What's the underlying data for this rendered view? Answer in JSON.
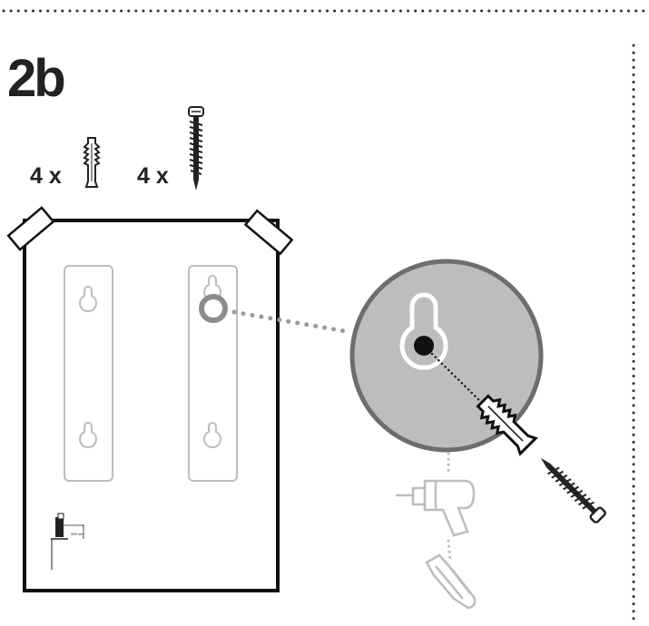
{
  "step": {
    "label": "2b"
  },
  "parts": {
    "anchor": {
      "quantity_label": "4 x",
      "icon": "wall-anchor-icon"
    },
    "screw": {
      "quantity_label": "4 x",
      "icon": "screw-icon"
    }
  },
  "panel": {
    "small_label": "305 mm"
  },
  "tools": {
    "drill_icon": "drill-icon",
    "screwdriver_icon": "screwdriver-icon"
  },
  "colors": {
    "ink": "#222222",
    "disc_fill": "#bdbdbd",
    "disc_stroke": "#6d6d6d",
    "faint": "#bdbdbd"
  }
}
